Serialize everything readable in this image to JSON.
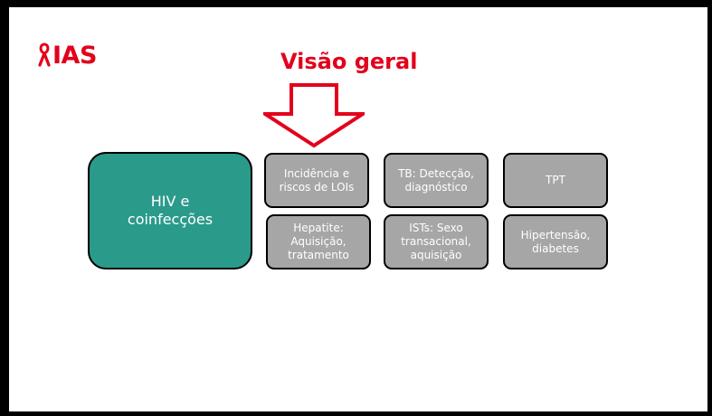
{
  "logo": {
    "text": "IAS",
    "mark_icon": "red-ribbon-icon"
  },
  "title": "Visão geral",
  "main_topic": "HIV e\ncoinfecções",
  "tiles": [
    "Incidência e\nriscos de LOIs",
    "TB: Detecção,\ndiagnóstico",
    "TPT",
    "Hepatite:\nAquisição,\ntratamento",
    "ISTs: Sexo\ntransacional,\naquisição",
    "Hipertensão,\ndiabetes"
  ],
  "colors": {
    "brand_red": "#e3001b",
    "main_box": "#2a9a8b",
    "tile_fill": "#a6a6a6",
    "text_on_fill": "#ffffff",
    "border": "#000000",
    "window_frame": "#000000"
  },
  "arrow_icon": "down-arrow-outline-icon"
}
